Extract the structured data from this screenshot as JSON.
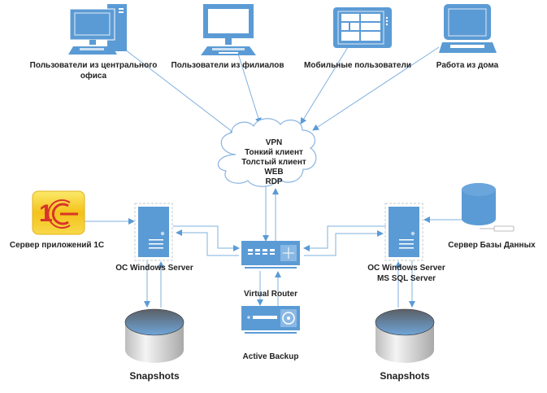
{
  "colors": {
    "icon_blue": "#5b9bd5",
    "line_blue": "#7fb0de",
    "arrow_blue": "#4a8ad0",
    "cloud_stroke": "#8cb4e0",
    "text": "#222222",
    "onec_yellow": "#f7d21b",
    "onec_red": "#d9342b"
  },
  "users": [
    {
      "label": "Пользователи из центрального офиса",
      "label_line1": "Пользователи из центрального",
      "label_line2": "офиса",
      "icon": "desktop-pc-icon"
    },
    {
      "label": "Пользователи из филиалов",
      "icon": "monitor-icon"
    },
    {
      "label": "Мобильные пользователи",
      "icon": "tablet-icon"
    },
    {
      "label": "Работа из дома",
      "icon": "laptop-icon"
    }
  ],
  "cloud": {
    "icon": "cloud-icon",
    "lines": [
      "VPN",
      "Тонкий клиент",
      "Толстый клиент",
      "WEB",
      "RDP"
    ]
  },
  "app_server": {
    "label": "Сервер приложений 1С",
    "logo_text": "1С",
    "icon": "onec-logo-icon"
  },
  "left_server": {
    "label": "ОС Windows Server",
    "icon": "server-tower-icon"
  },
  "right_server": {
    "label_line1": "ОС Windows Server",
    "label_line2": "MS SQL Server",
    "icon": "server-tower-icon"
  },
  "db_server": {
    "label": "Сервер Базы Данных",
    "icon": "database-icon"
  },
  "router": {
    "label": "Virtual Router",
    "icon": "router-icon"
  },
  "backup": {
    "label": "Active Backup",
    "icon": "backup-appliance-icon"
  },
  "snapshots_left": {
    "label": "Snapshots",
    "icon": "storage-disk-icon"
  },
  "snapshots_right": {
    "label": "Snapshots",
    "icon": "storage-disk-icon"
  }
}
